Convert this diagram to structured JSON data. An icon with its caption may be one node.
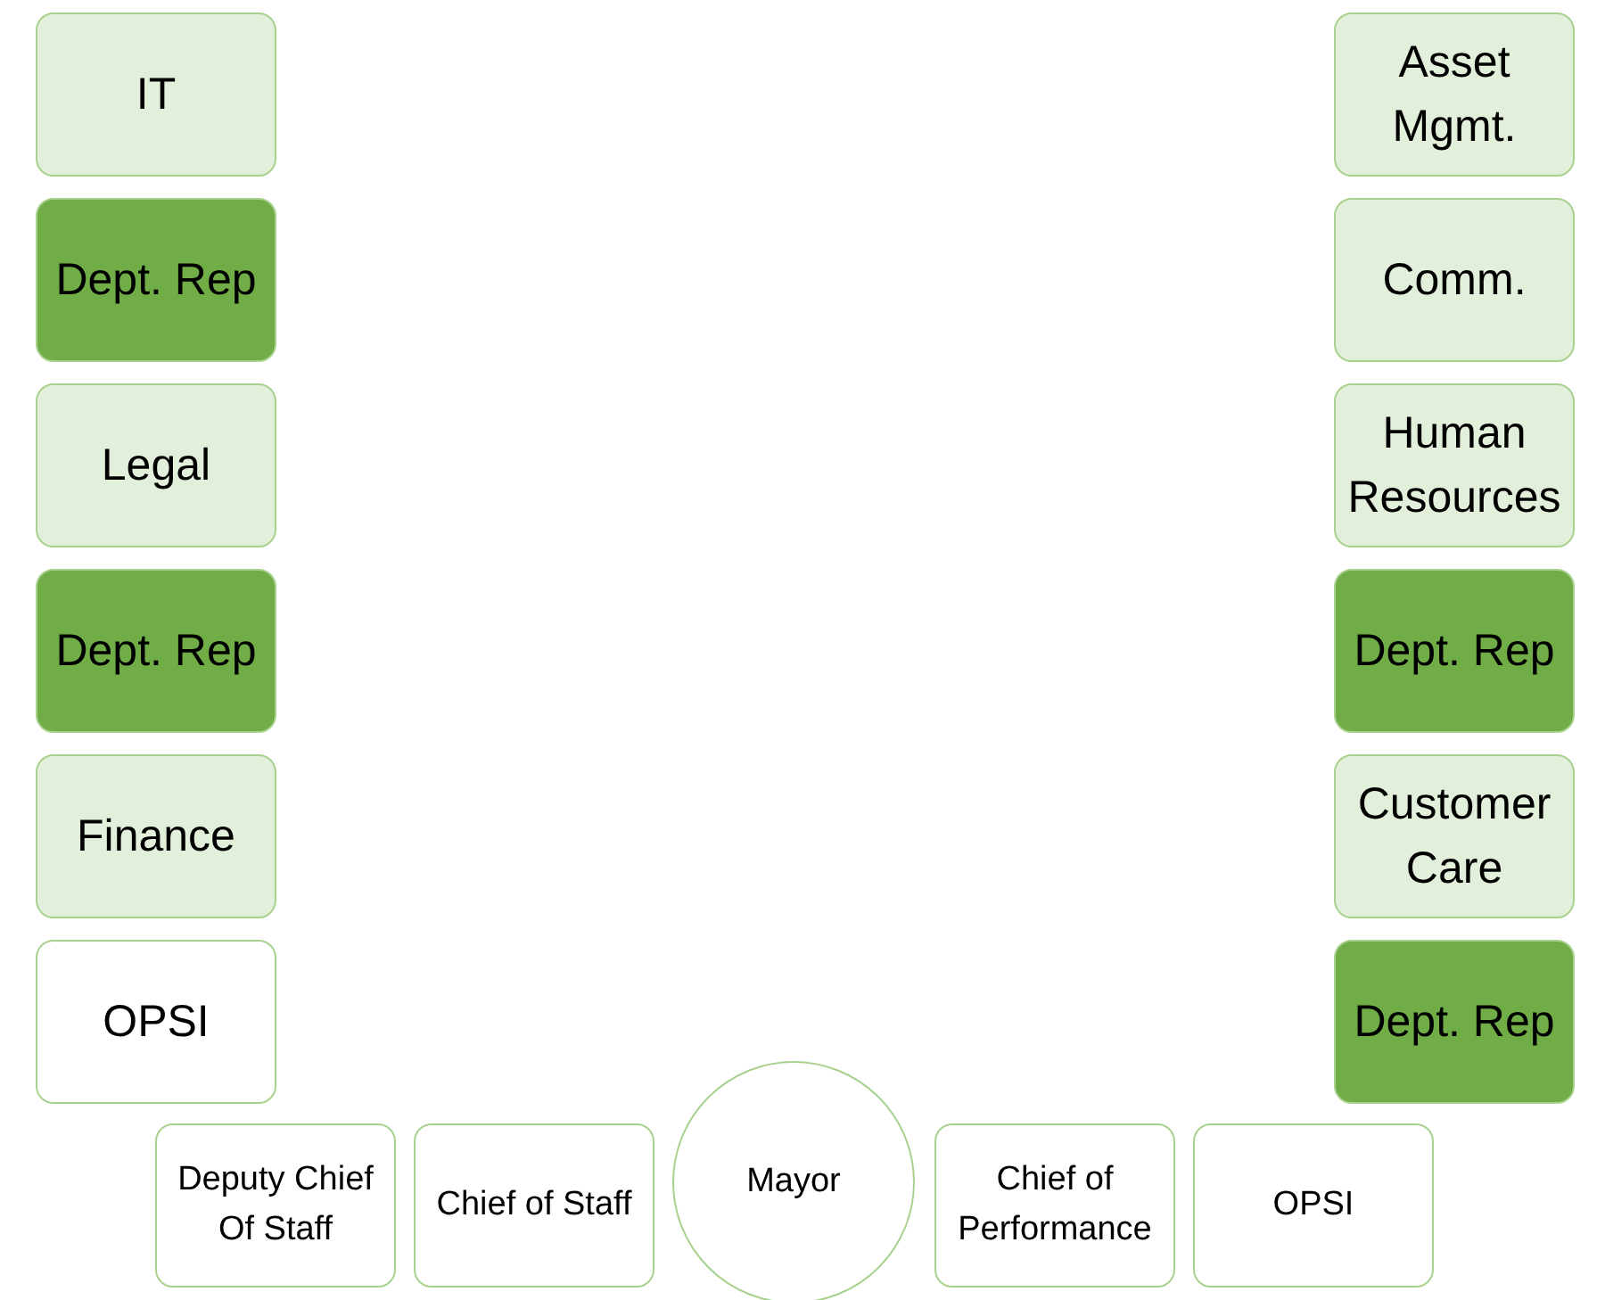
{
  "diagram": {
    "nodes": [
      {
        "text": [
          "IT"
        ]
      },
      {
        "text": [
          "Asset Mgmt."
        ]
      },
      {
        "text": [
          "Dept. Rep"
        ]
      },
      {
        "text": [
          "Comm."
        ]
      },
      {
        "text": [
          "Legal"
        ]
      },
      {
        "text": [
          "Human Resources"
        ]
      },
      {
        "text": [
          "Dept. Rep"
        ]
      },
      {
        "text": [
          "Dept. Rep"
        ]
      },
      {
        "text": [
          "Finance"
        ]
      },
      {
        "text": [
          "Customer Care"
        ]
      },
      {
        "text": [
          "OPSI"
        ]
      },
      {
        "text": [
          "Dept. Rep"
        ]
      },
      {
        "text": [
          "Deputy Chief Of Staff"
        ]
      },
      {
        "text": [
          "Chief of Staff"
        ]
      },
      {
        "text": [
          "Mayor"
        ]
      },
      {
        "text": [
          "Chief of Performance"
        ]
      },
      {
        "text": [
          "OPSI"
        ]
      }
    ]
  }
}
